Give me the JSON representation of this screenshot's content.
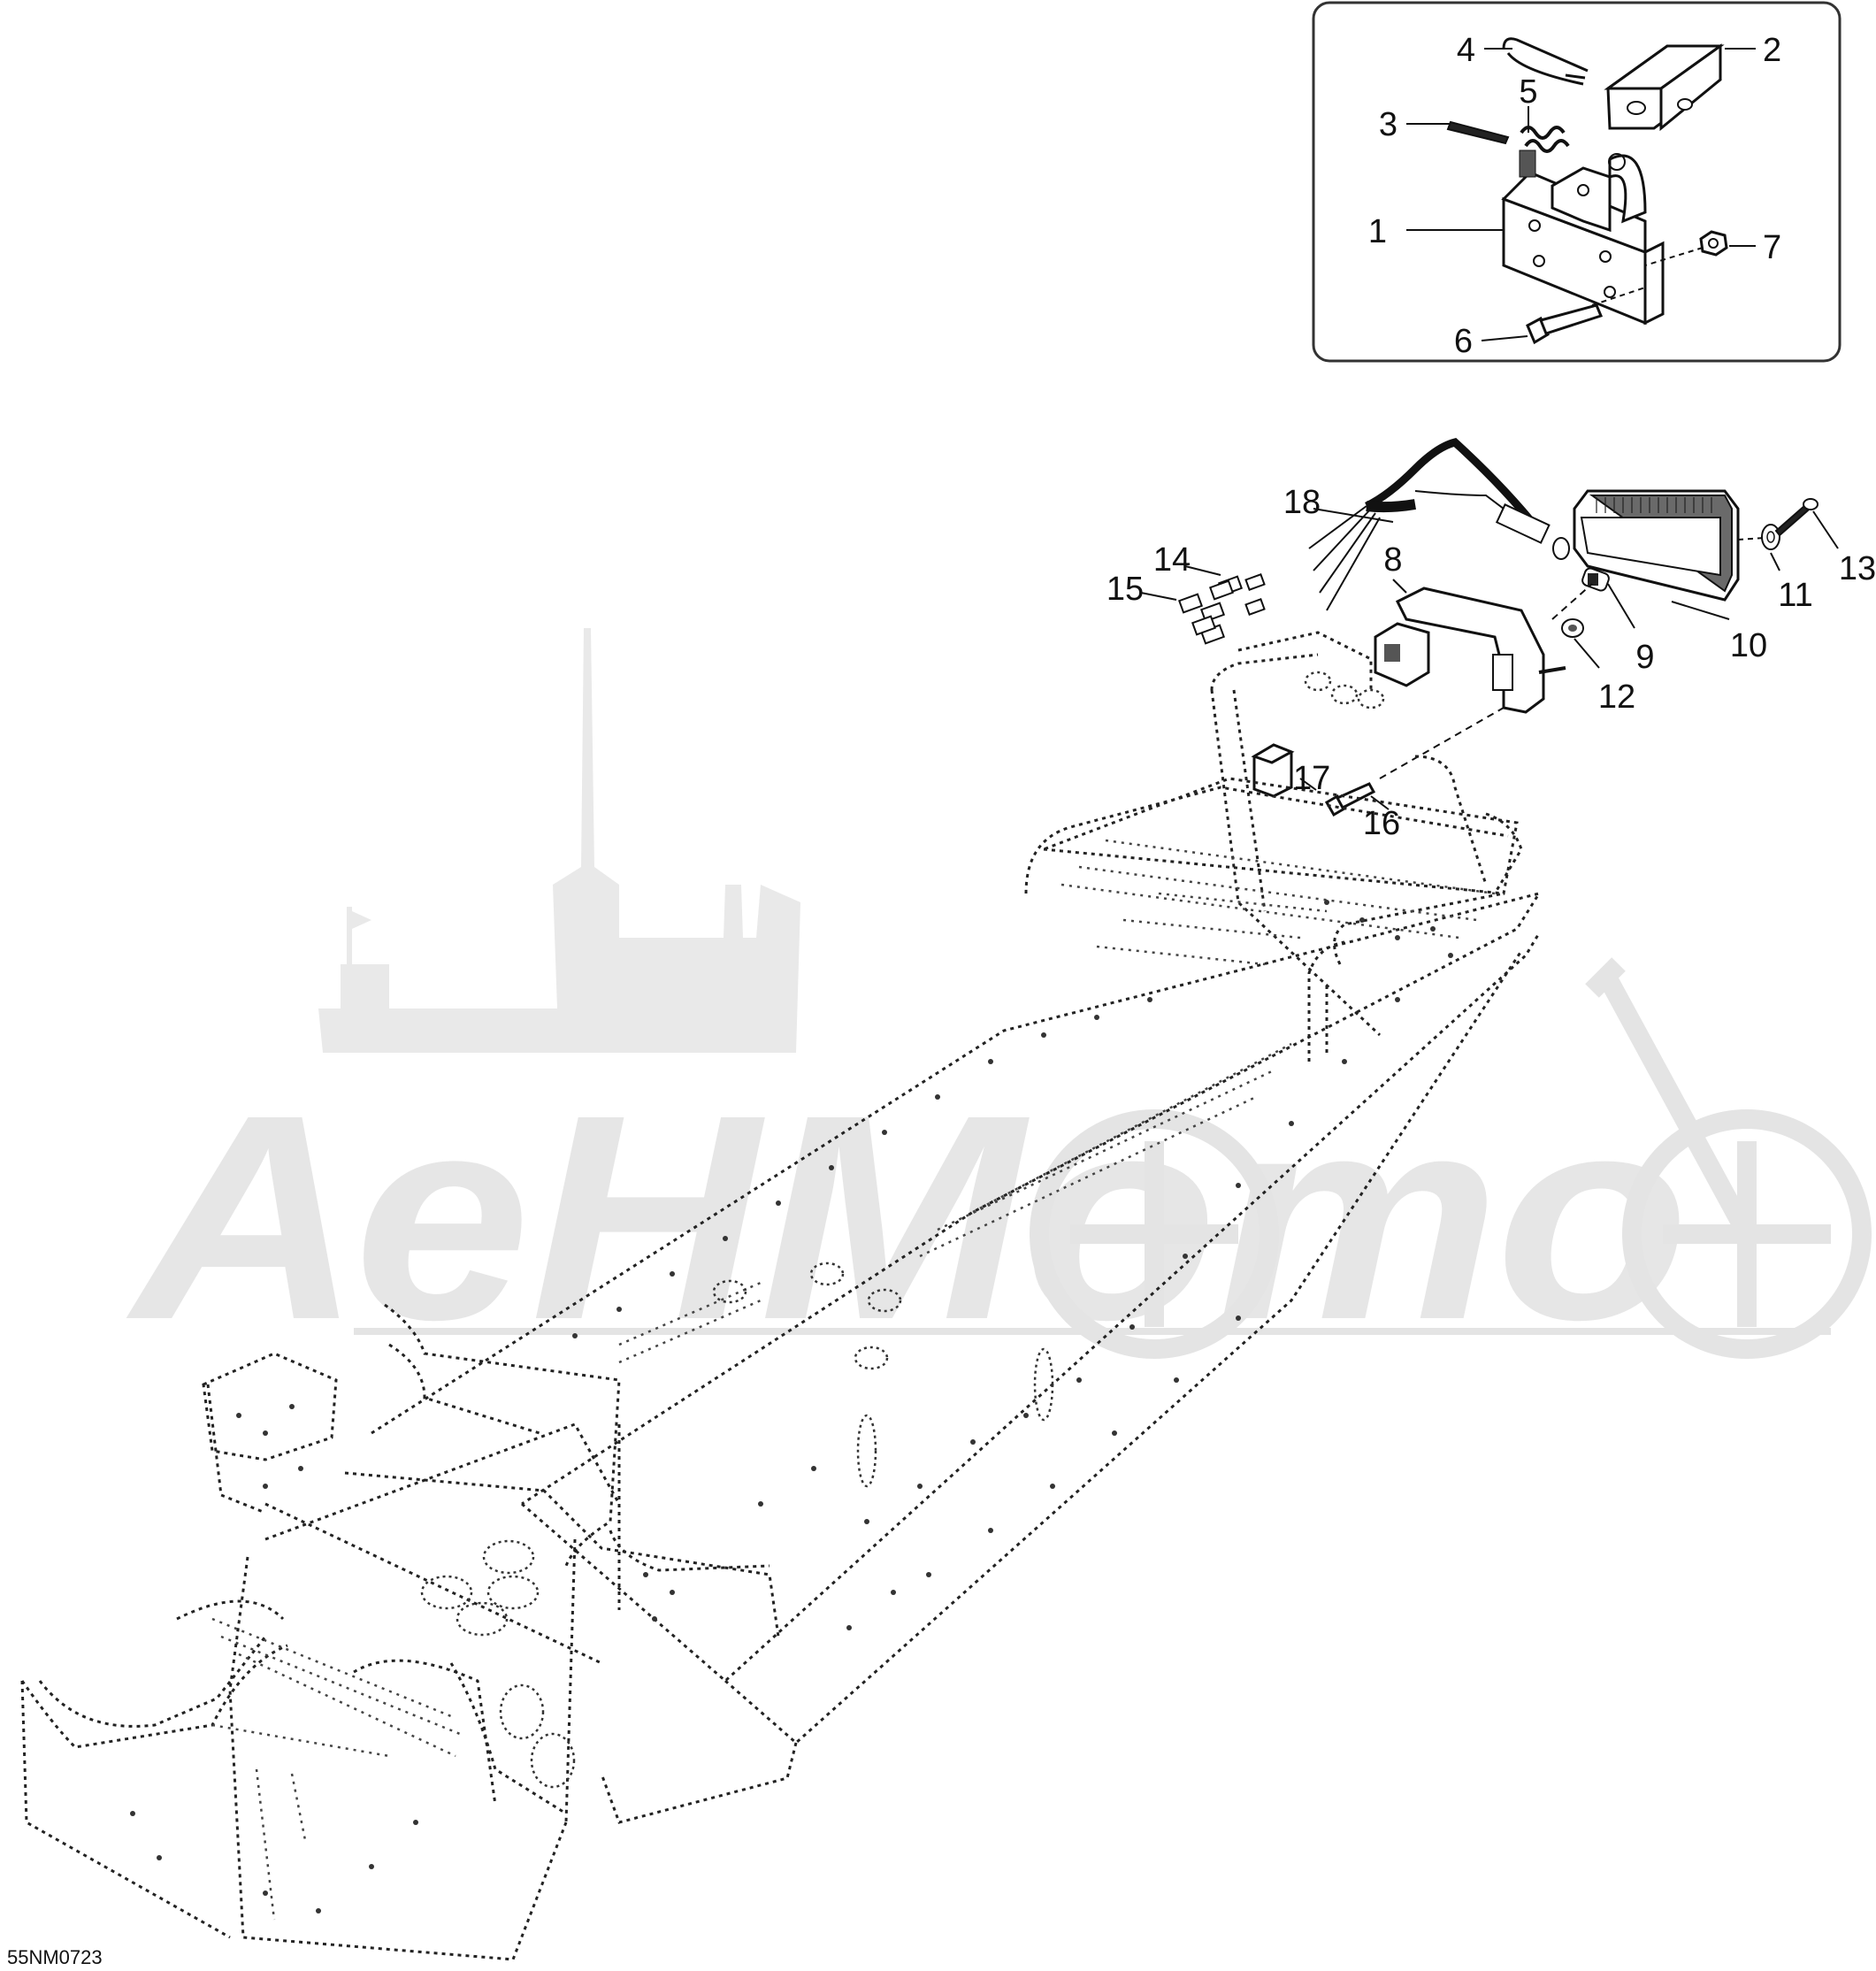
{
  "diagram": {
    "drawing_id": "55NM0723",
    "watermark_text": "АеНМото",
    "callouts": [
      "1",
      "2",
      "3",
      "4",
      "5",
      "6",
      "7",
      "8",
      "9",
      "10",
      "11",
      "12",
      "13",
      "14",
      "15",
      "16",
      "17",
      "18"
    ]
  }
}
